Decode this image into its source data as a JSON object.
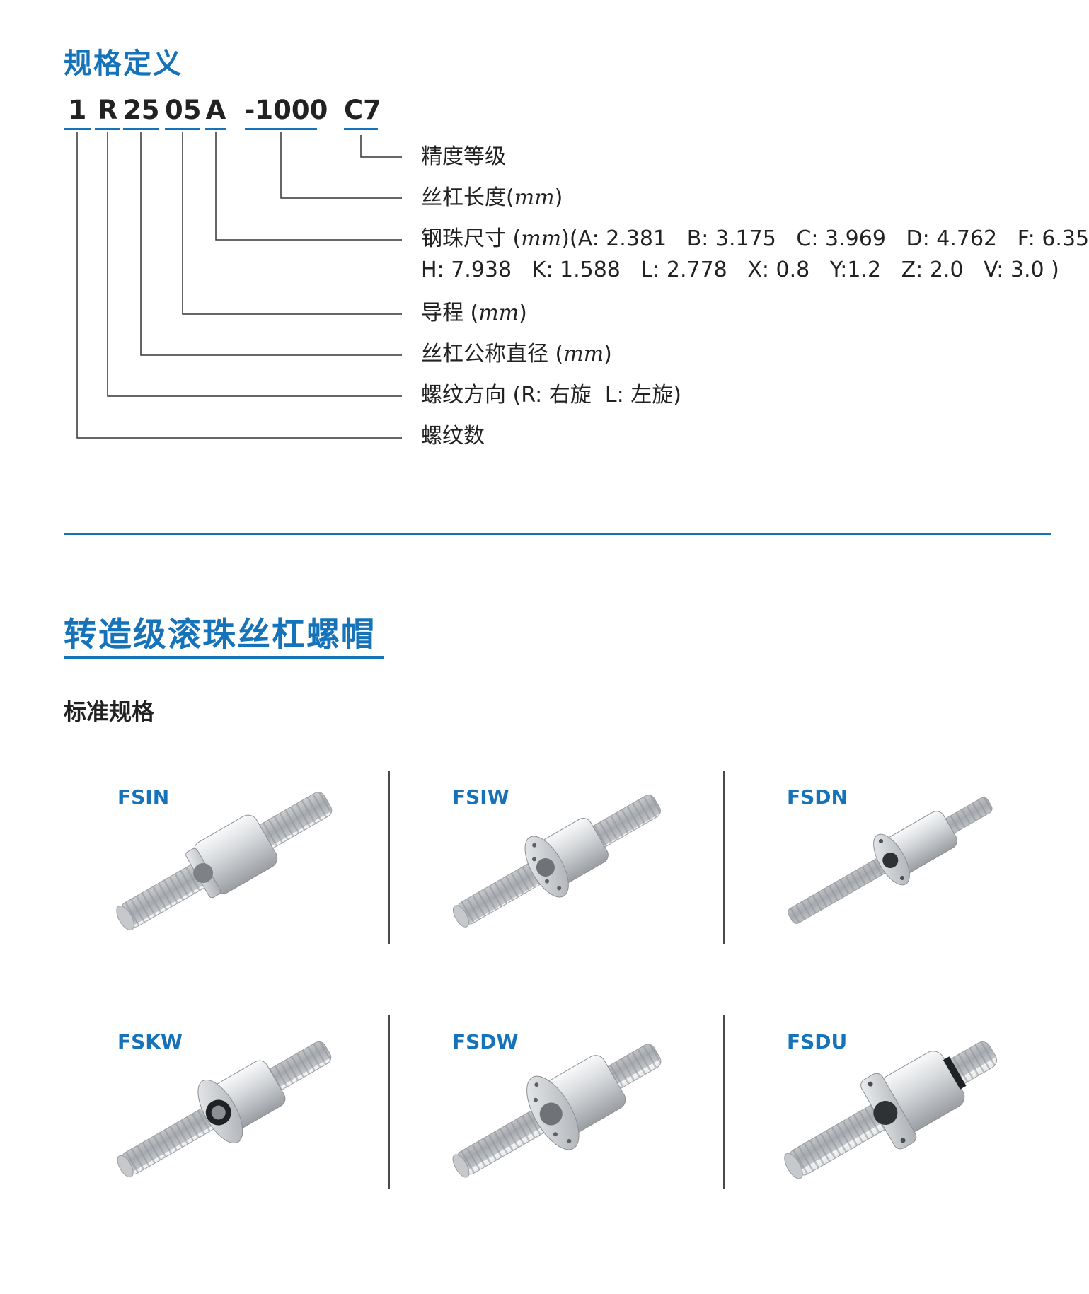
{
  "spec": {
    "title": "规格定义",
    "code": [
      {
        "id": "threads",
        "text": "1"
      },
      {
        "id": "direction",
        "text": "R"
      },
      {
        "id": "diameter",
        "text": "25"
      },
      {
        "id": "lead",
        "text": "05"
      },
      {
        "id": "ball",
        "text": "A"
      },
      {
        "id": "length",
        "text": "-1000"
      },
      {
        "id": "grade",
        "text": "C7"
      }
    ],
    "labels": {
      "grade": "精度等级",
      "length_main": "丝杠长度",
      "ball_main": "钢珠尺寸",
      "ball_values_line1": "(A: 2.381   B: 3.175   C: 3.969   D: 4.762   F: 6.35",
      "ball_values_line2": "H: 7.938   K: 1.588   L: 2.778   X: 0.8   Y:1.2   Z: 2.0   V: 3.0 )",
      "lead_main": "导程",
      "diameter_main": "丝杠公称直径",
      "direction": "螺纹方向 (R: 右旋  L: 左旋)",
      "threads": "螺纹数",
      "unit": "mm"
    }
  },
  "section2": {
    "title": "转造级滚珠丝杠螺帽",
    "subtitle": "标准规格",
    "products": [
      {
        "name": "FSIN"
      },
      {
        "name": "FSIW"
      },
      {
        "name": "FSDN"
      },
      {
        "name": "FSKW"
      },
      {
        "name": "FSDW"
      },
      {
        "name": "FSDU"
      }
    ]
  },
  "colors": {
    "accent": "#1673b9",
    "text": "#1f1f1f"
  }
}
